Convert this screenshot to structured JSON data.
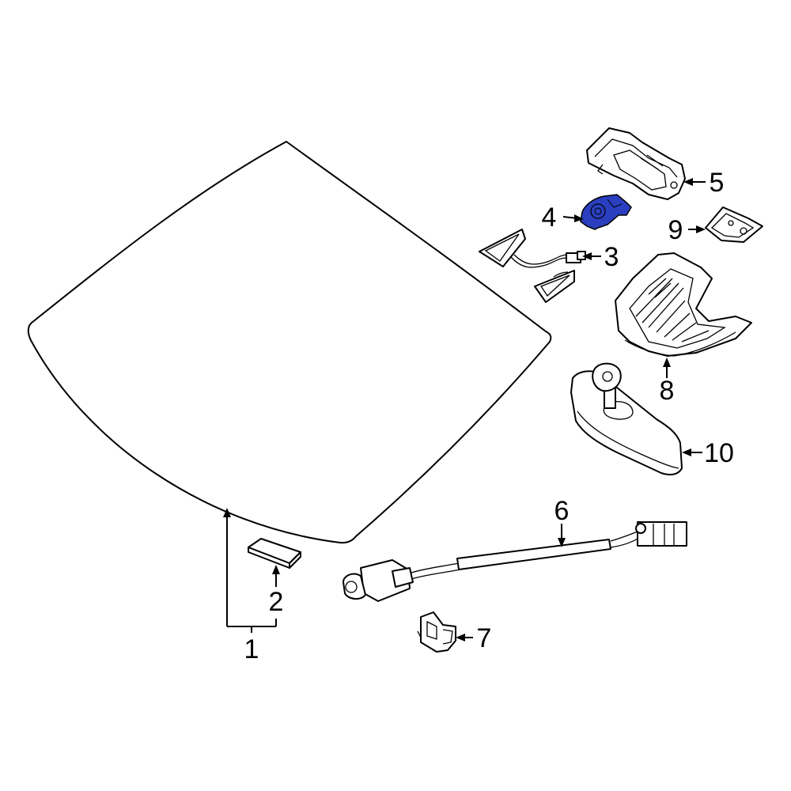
{
  "callouts": {
    "c1": "1",
    "c2": "2",
    "c3": "3",
    "c4": "4",
    "c5": "5",
    "c6": "6",
    "c7": "7",
    "c8": "8",
    "c9": "9",
    "c10": "10"
  },
  "highlight_part": "4",
  "colors": {
    "highlight": "#2a3fbf",
    "line": "#000000",
    "background": "#ffffff"
  }
}
